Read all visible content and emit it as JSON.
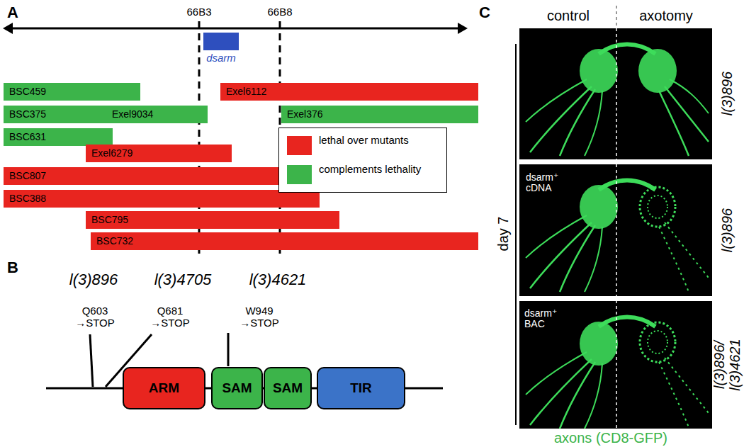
{
  "diagram": {
    "nodes": [
      {
        "text": [
          "dsarm"
        ]
      },
      {
        "text": [
          "BSC459"
        ]
      },
      {
        "text": [
          "Exel6112"
        ]
      },
      {
        "text": [
          "BSC375"
        ]
      },
      {
        "text": [
          "Exel9034"
        ]
      },
      {
        "text": [
          "Exel376"
        ]
      },
      {
        "text": [
          "BSC631"
        ]
      },
      {
        "text": [
          "Exel6279"
        ]
      },
      {
        "text": [
          "BSC807"
        ]
      },
      {
        "text": [
          "BSC388"
        ]
      },
      {
        "text": [
          "BSC795"
        ]
      },
      {
        "text": [
          "BSC732"
        ]
      },
      {
        "text": [
          "ARM"
        ]
      },
      {
        "text": [
          "SAM"
        ]
      },
      {
        "text": [
          "SAM"
        ]
      },
      {
        "text": [
          "TIR"
        ]
      }
    ],
    "labels": [
      "A",
      "66B3",
      "66B8",
      "B",
      "l(3)896",
      "Q603 →STOP",
      "l(3)4705",
      "Q681 →STOP",
      "l(3)4621",
      "W949 →STOP",
      "C",
      "control",
      "axotomy",
      "day 7",
      "l(3)896",
      "dsarm⁺ cDNA",
      "l(3)896",
      "dsarm⁺ BAC",
      "l(3)896/ l(3)4621",
      "axons (CD8-GFP)"
    ],
    "legend": [
      {
        "text": "lethal over mutants",
        "color": "#e8251f"
      },
      {
        "text": "complements lethality",
        "color": "#3cb44a"
      }
    ]
  }
}
